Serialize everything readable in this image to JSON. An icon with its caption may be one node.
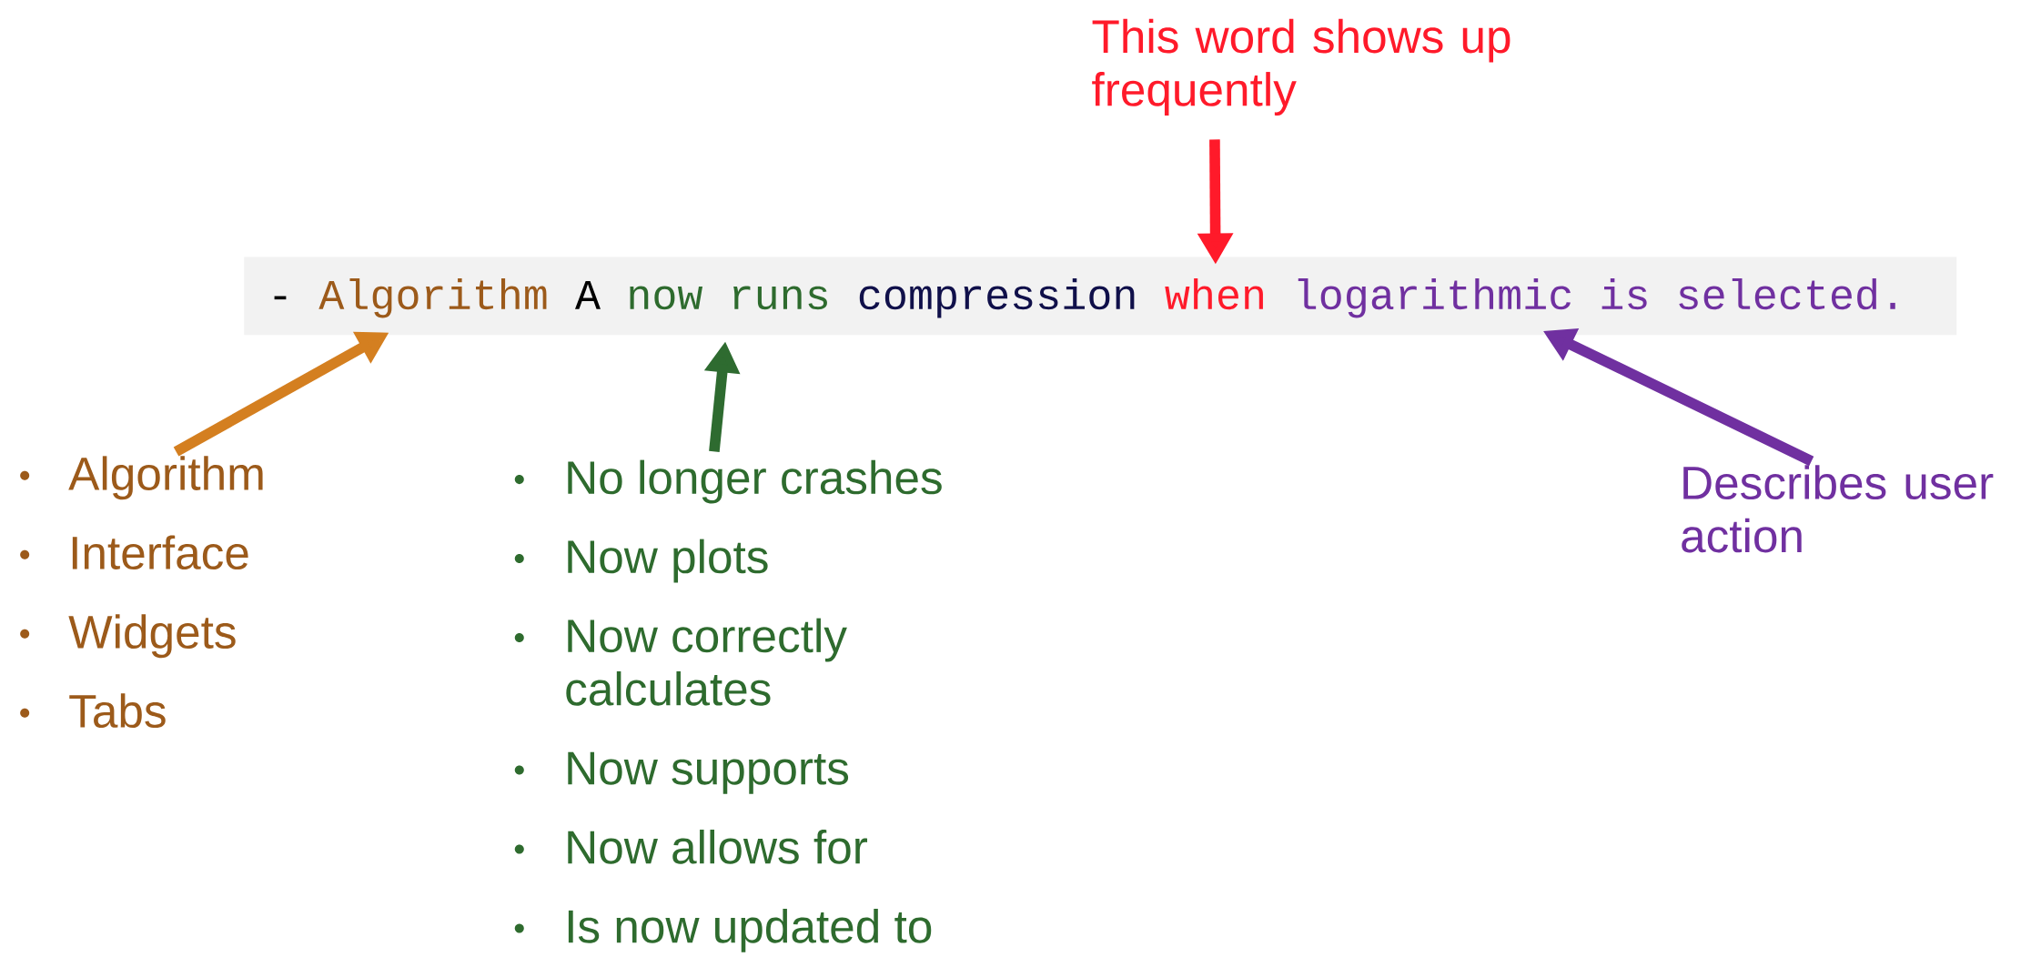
{
  "diagram": {
    "nodes": [
      {
        "text": [
          "This word shows up frequently"
        ]
      },
      {
        "text": [],
        "shape": "box"
      },
      {
        "text": [
          "-"
        ],
        "in": 1
      },
      {
        "text": [
          "Algorithm"
        ],
        "in": 1
      },
      {
        "text": [
          "A"
        ],
        "in": 1
      },
      {
        "text": [
          "now runs"
        ],
        "in": 1
      },
      {
        "text": [
          "compression"
        ],
        "in": 1
      },
      {
        "text": [
          "when"
        ],
        "in": 1
      },
      {
        "text": [
          "logarithmic is selected."
        ],
        "in": 1
      },
      {
        "text": [
          "Algorithm",
          "Interface",
          "Widgets",
          "Tabs"
        ]
      },
      {
        "text": [
          "No longer crashes",
          "Now plots",
          "Now correctly calculates",
          "Now supports",
          "Now allows for",
          "Is now updated to"
        ]
      },
      {
        "text": [
          "Describes user action"
        ]
      }
    ],
    "edges": [
      {
        "from": 0,
        "to": 7,
        "arrow": "to",
        "color": "#ff1a2a"
      },
      {
        "from": 9,
        "to": 3,
        "arrow": "to",
        "color": "#d47f20"
      },
      {
        "from": 10,
        "to": 5,
        "arrow": "to",
        "color": "#2e6b30"
      },
      {
        "from": 11,
        "to": 8,
        "arrow": "to",
        "color": "#7030a0"
      }
    ]
  }
}
